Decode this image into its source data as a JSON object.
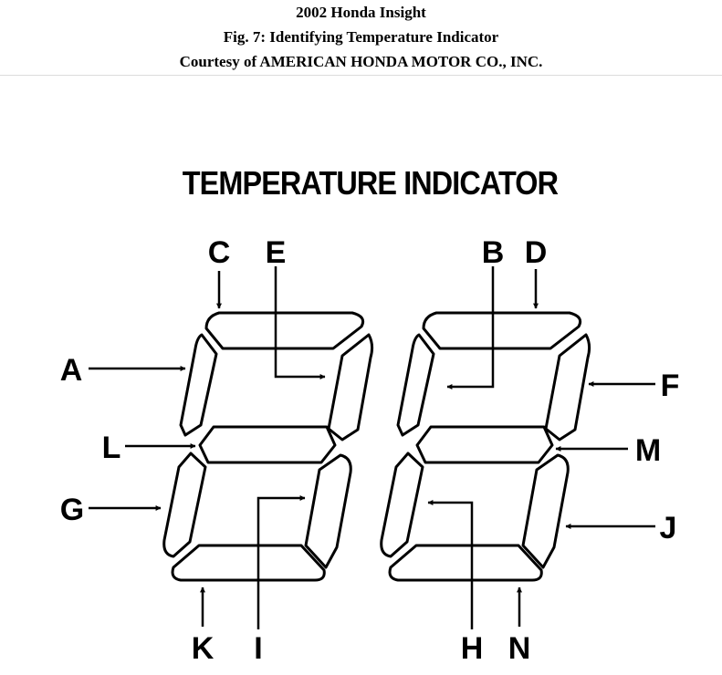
{
  "header": {
    "vehicle": "2002 Honda Insight",
    "figure": "Fig. 7: Identifying Temperature Indicator",
    "courtesy": "Courtesy of AMERICAN HONDA MOTOR CO., INC."
  },
  "diagram": {
    "title": "TEMPERATURE INDICATOR",
    "callouts": {
      "A": "A",
      "B": "B",
      "C": "C",
      "D": "D",
      "E": "E",
      "F": "F",
      "G": "G",
      "H": "H",
      "I": "I",
      "J": "J",
      "K": "K",
      "L": "L",
      "M": "M",
      "N": "N"
    }
  }
}
